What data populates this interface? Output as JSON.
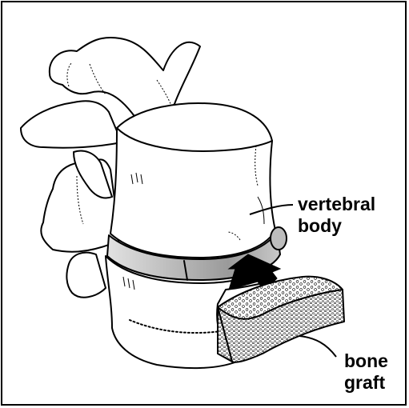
{
  "labels": {
    "vertebral_body_line1": "vertebral",
    "vertebral_body_line2": "body",
    "bone_graft_line1": "bone",
    "bone_graft_line2": "graft"
  },
  "colors": {
    "outline": "#000000",
    "disc_shade": "#bdbdbd",
    "background": "#ffffff"
  }
}
